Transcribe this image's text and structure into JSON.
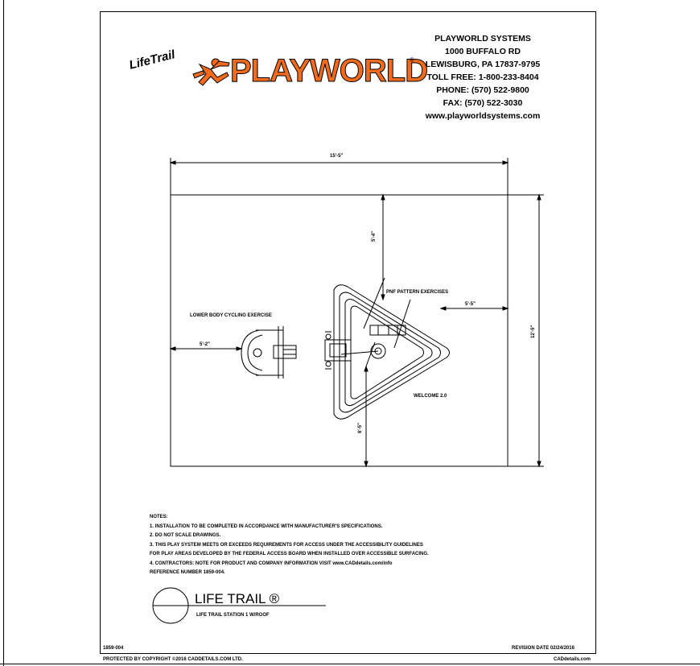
{
  "brand": {
    "sub_logo": "LifeTrail",
    "logo": "PLAYWORLD",
    "registered": "®",
    "colors": {
      "logo_orange": "#f26a1b"
    }
  },
  "company": {
    "name": "PLAYWORLD SYSTEMS",
    "street": "1000 BUFFALO RD",
    "city": "LEWISBURG, PA 17837-9795",
    "toll_free": "TOLL FREE: 1-800-233-8404",
    "phone": "PHONE: (570) 522-9800",
    "fax": "FAX: (570) 522-3030",
    "website": "www.playworldsystems.com"
  },
  "drawing": {
    "dim_width": "15'-5\"",
    "dim_height": "12'-5\"",
    "dim_top_clear": "5'-4\"",
    "dim_bottom_clear": "6'-5\"",
    "dim_left_clear": "5'-2\"",
    "dim_right_clear": "5'-5\"",
    "label_cycling": "LOWER BODY CYCLING EXERCISE",
    "label_pnf": "PNF PATTERN EXERCISES",
    "label_welcome": "WELCOME 2.0"
  },
  "notes": {
    "heading": "NOTES:",
    "items": [
      "1.  INSTALLATION TO BE COMPLETED IN ACCORDANCE WITH MANUFACTURER'S SPECIFICATIONS.",
      "2.  DO NOT SCALE DRAWINGS.",
      "3.  THIS PLAY SYSTEM MEETS OR EXCEEDS REQUIREMENTS FOR ACCESS UNDER THE ACCESSIBILITY GUIDELINES",
      "     FOR PLAY AREAS DEVELOPED BY THE FEDERAL ACCESS BOARD WHEN INSTALLED OVER ACCESSIBLE SURFACING.",
      "4.  CONTRACTORS: NOTE FOR PRODUCT AND COMPANY INFORMATION VISIT www.CADdetails.com/info",
      "     REFERENCE NUMBER 1859-004."
    ]
  },
  "title_block": {
    "title": "LIFE TRAIL ®",
    "subtitle": "LIFE TRAIL STATION 1 W/ROOF"
  },
  "footer": {
    "ref": "1859-004",
    "revision": "REVISION DATE 02/24/2016",
    "copyright": "PROTECTED BY COPYRIGHT ©2016 CADDETAILS.COM LTD.",
    "site": "CADdetails.com"
  }
}
